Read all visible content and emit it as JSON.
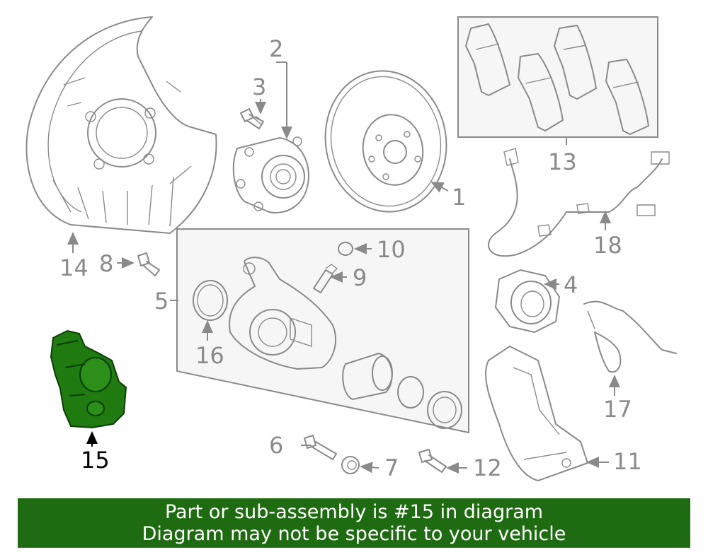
{
  "highlight_color": "#1f7a10",
  "line_color": "#8a8a8a",
  "banner": {
    "line1": "Part or sub-assembly is #15 in diagram",
    "line2": "Diagram may not be specific to your vehicle",
    "background": "#1f6b12"
  },
  "callouts": {
    "c1": "1",
    "c2": "2",
    "c3": "3",
    "c4": "4",
    "c5": "5",
    "c6": "6",
    "c7": "7",
    "c8": "8",
    "c9": "9",
    "c10": "10",
    "c11": "11",
    "c12": "12",
    "c13": "13",
    "c14": "14",
    "c15": "15",
    "c16": "16",
    "c17": "17",
    "c18": "18"
  },
  "highlighted_part": "15"
}
